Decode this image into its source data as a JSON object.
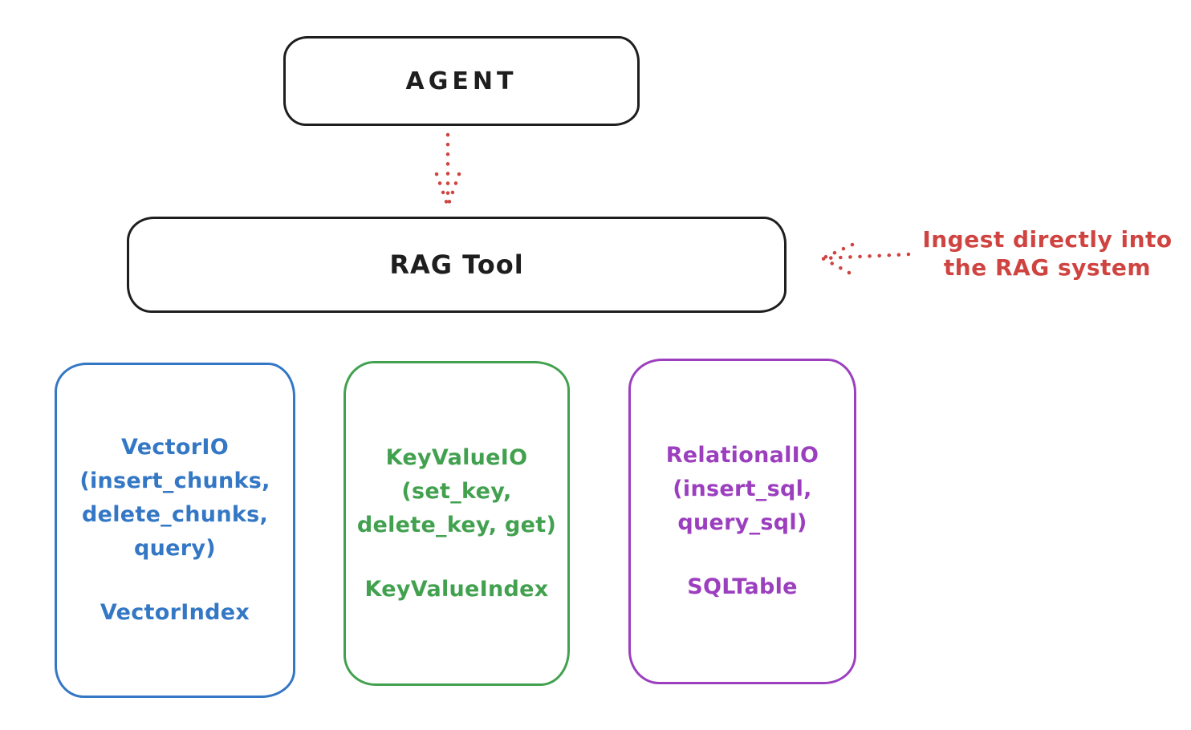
{
  "nodes": {
    "agent": {
      "label": "AGENT"
    },
    "rag_tool": {
      "label": "RAG Tool"
    }
  },
  "annotation": {
    "line1": "Ingest directly into",
    "line2": "the RAG system"
  },
  "io_boxes": [
    {
      "title": "VectorIO",
      "method_lines": [
        "(insert_chunks,",
        "delete_chunks,",
        "query)"
      ],
      "index_label": "VectorIndex",
      "color": "#3377c5"
    },
    {
      "title": "KeyValueIO",
      "method_lines": [
        "(set_key,",
        "delete_key, get)"
      ],
      "index_label": "KeyValueIndex",
      "color": "#42a14f"
    },
    {
      "title": "RelationalIO",
      "method_lines": [
        "(insert_sql,",
        "query_sql)"
      ],
      "index_label": "SQLTable",
      "color": "#9c3fbf"
    }
  ],
  "colors": {
    "stroke_black": "#1e1e1e",
    "accent_red": "#cf4441",
    "vector_blue": "#3377c5",
    "keyvalue_green": "#42a14f",
    "relational_purple": "#9c3fbf",
    "background": "#ffffff"
  }
}
